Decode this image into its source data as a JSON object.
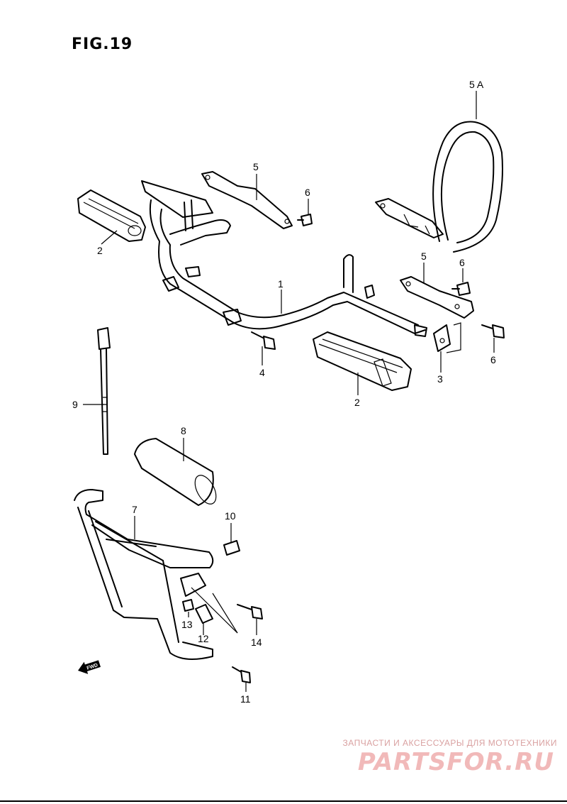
{
  "figure": {
    "title": "FIG.19"
  },
  "labels": {
    "p1": "1",
    "p2a": "2",
    "p2b": "2",
    "p3": "3",
    "p4": "4",
    "p5a": "5",
    "p5b": "5",
    "p5A": "5 A",
    "p6a": "6",
    "p6b": "6",
    "p6c": "6",
    "p7": "7",
    "p8": "8",
    "p9": "9",
    "p10": "10",
    "p11": "11",
    "p12": "12",
    "p13": "13",
    "p14": "14"
  },
  "fwd_label": "FWD",
  "watermark": {
    "tagline": "ЗАПЧАСТИ И АКСЕССУАРЫ ДЛЯ МОТОТЕХНИКИ",
    "logo": "PARTSFOR.RU"
  }
}
